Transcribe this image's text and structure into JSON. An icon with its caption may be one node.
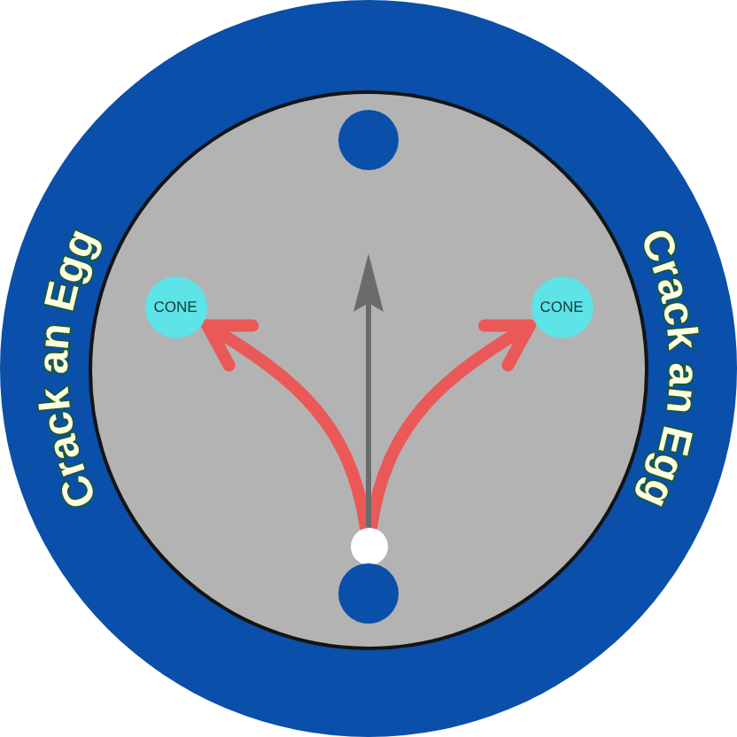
{
  "diagram": {
    "nodes": [
      {
        "text": [
          "Crack an Egg",
          "Crack an Egg"
        ]
      },
      {
        "text": [],
        "shape": "circle",
        "in": 0
      },
      {
        "text": [
          "CONE"
        ],
        "in": 0
      },
      {
        "text": [
          "CONE"
        ],
        "in": 0
      },
      {
        "text": [],
        "shape": "circle",
        "in": 0
      },
      {
        "text": [],
        "shape": "circle",
        "in": 0
      }
    ],
    "edges": [
      {
        "from": 4,
        "to": 2,
        "arrow": "to"
      },
      {
        "from": 4,
        "to": 3,
        "arrow": "to"
      },
      {
        "from": 4,
        "to": null,
        "arrow": "to",
        "color": "#6b6b6b"
      }
    ]
  }
}
